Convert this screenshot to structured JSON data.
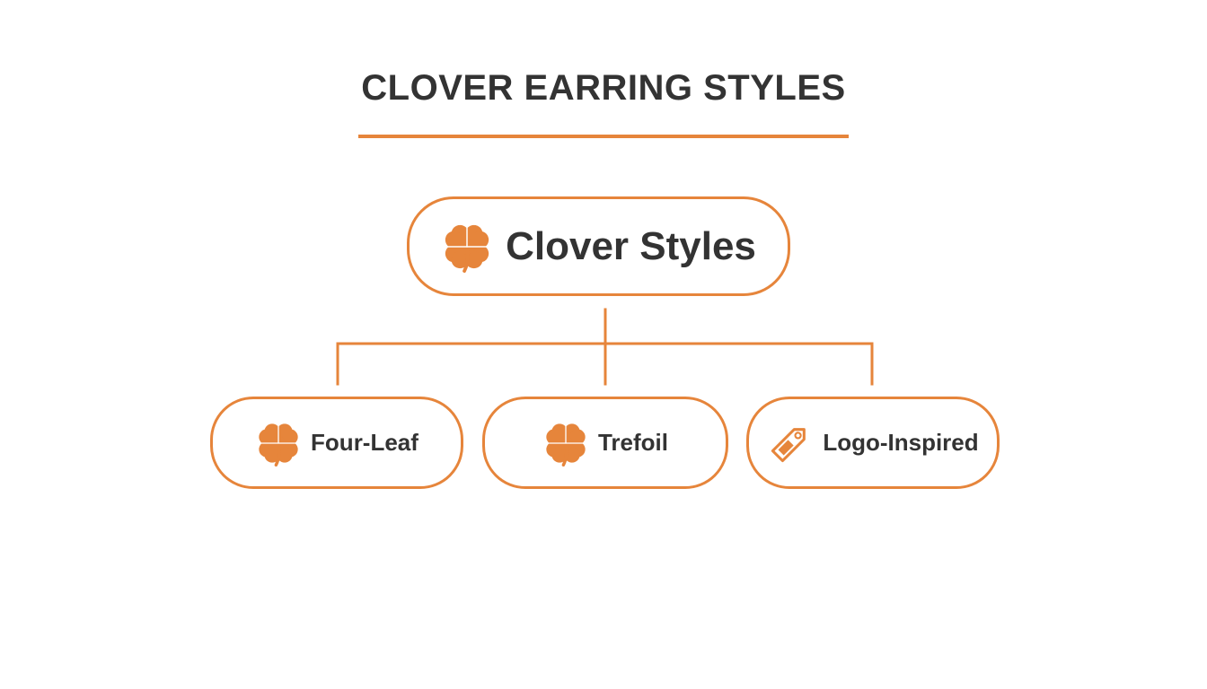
{
  "title": "CLOVER EARRING STYLES",
  "accent_color": "#e6853b",
  "text_color": "#333333",
  "root": {
    "label": "Clover Styles",
    "icon": "four-leaf-clover-icon"
  },
  "children": [
    {
      "label": "Four-Leaf",
      "icon": "four-leaf-clover-icon"
    },
    {
      "label": "Trefoil",
      "icon": "four-leaf-clover-icon"
    },
    {
      "label": "Logo-Inspired",
      "icon": "price-tag-icon"
    }
  ]
}
